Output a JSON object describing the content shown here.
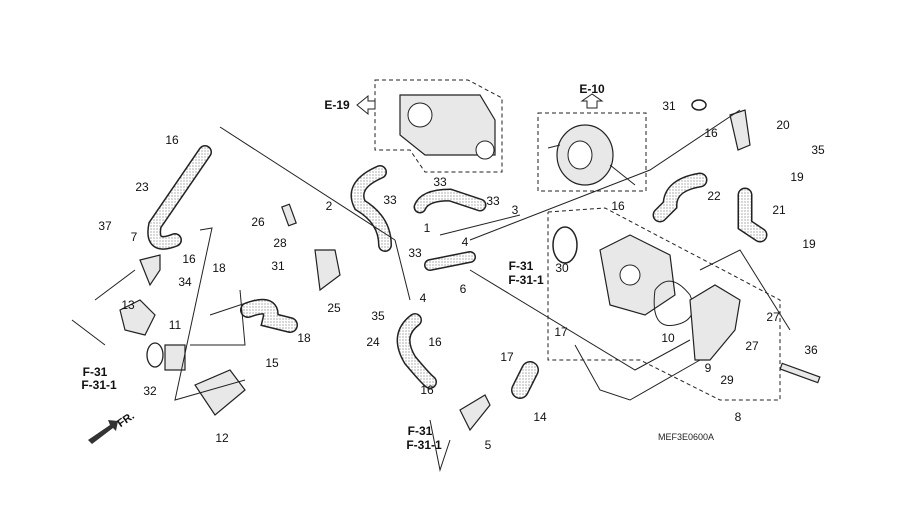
{
  "diagram": {
    "part_numbers": {
      "p16a": "16",
      "p23": "23",
      "p37": "37",
      "p7": "7",
      "p16b": "16",
      "p34": "34",
      "p13": "13",
      "p11": "11",
      "p32": "32",
      "p12": "12",
      "p2": "2",
      "p33a": "33",
      "p33b": "33",
      "p33c": "33",
      "p1": "1",
      "p4a": "4",
      "p33d": "33",
      "p26": "26",
      "p28": "28",
      "p31a": "31",
      "p25": "25",
      "p35a": "35",
      "p6": "6",
      "p4b": "4",
      "p18a": "18",
      "p18b": "18",
      "p15": "15",
      "p24": "24",
      "p16c": "16",
      "p16d": "16",
      "p17a": "17",
      "p17b": "17",
      "p14": "14",
      "p5": "5",
      "p31b": "31",
      "p20": "20",
      "p16e": "16",
      "p35b": "35",
      "p19a": "19",
      "p22": "22",
      "p16f": "16",
      "p21": "21",
      "p19b": "19",
      "p3": "3",
      "p30": "30",
      "p10": "10",
      "p27a": "27",
      "p27b": "27",
      "p9": "9",
      "p29": "29",
      "p36": "36",
      "p8": "8"
    },
    "references": {
      "e19": "E-19",
      "e10": "E-10",
      "f31_left": "F-31",
      "f311_left": "F-31-1",
      "f31_mid": "F-31",
      "f311_mid": "F-31-1",
      "f31_right": "F-31",
      "f311_right": "F-31-1"
    },
    "front_marker": "FR.",
    "drawing_code": "MEF3E0600A"
  }
}
